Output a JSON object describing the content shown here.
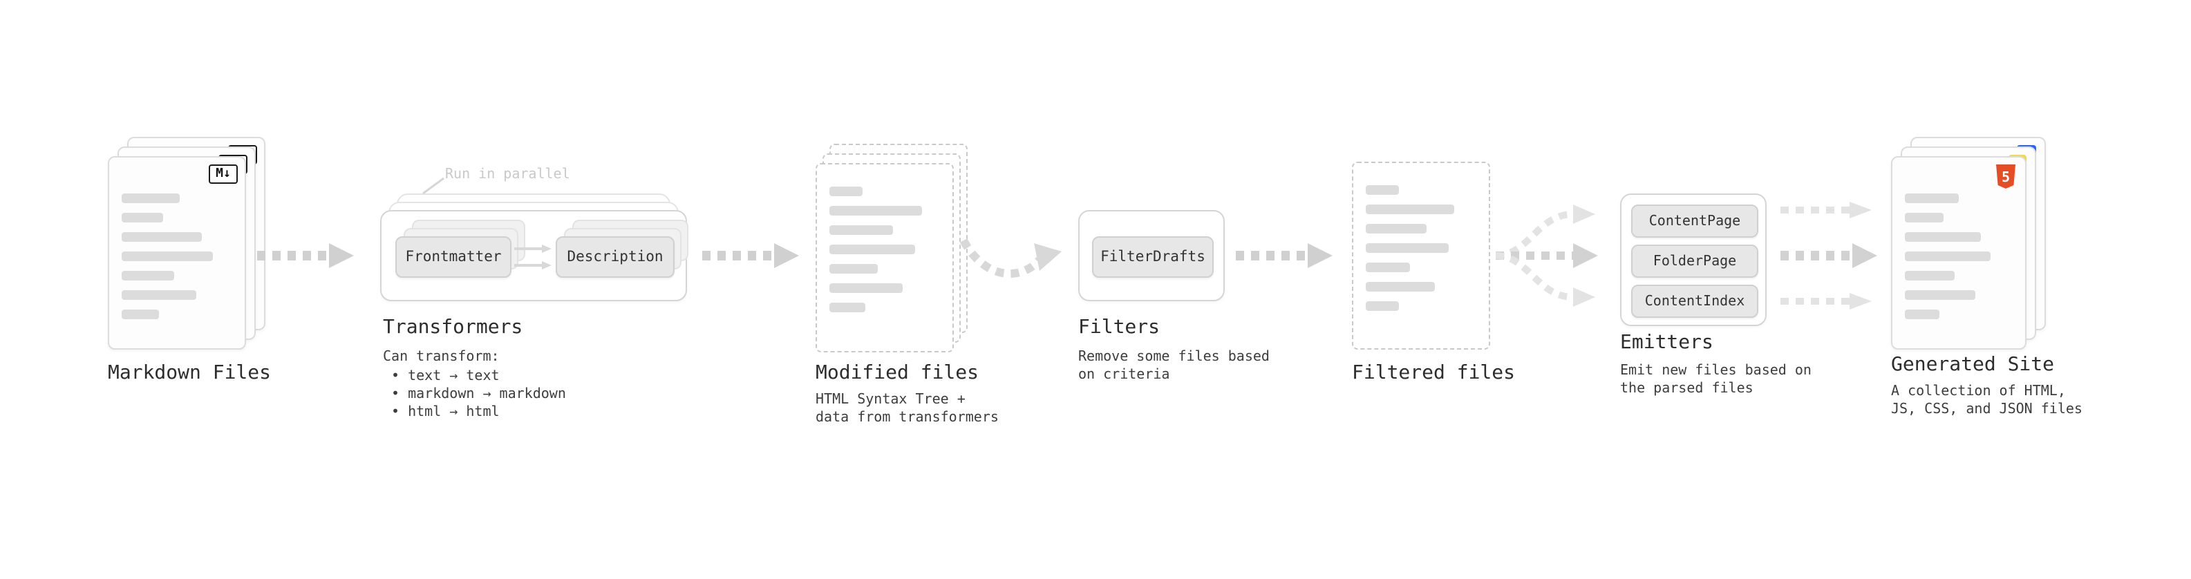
{
  "stages": {
    "markdown_files": {
      "label": "Markdown Files",
      "badge": "M↓"
    },
    "transformers": {
      "parallel_note": "Run in parallel",
      "plugins": [
        "Frontmatter",
        "Description"
      ],
      "label": "Transformers",
      "desc_heading": "Can transform:",
      "transform_items": [
        "• text → text",
        "• markdown → markdown",
        "• html → html"
      ]
    },
    "modified_files": {
      "label": "Modified files",
      "desc": "HTML Syntax Tree +\ndata from transformers"
    },
    "filters": {
      "plugins": [
        "FilterDrafts"
      ],
      "label": "Filters",
      "desc": "Remove some files based\non criteria"
    },
    "filtered_files": {
      "label": "Filtered files"
    },
    "emitters": {
      "plugins": [
        "ContentPage",
        "FolderPage",
        "ContentIndex"
      ],
      "label": "Emitters",
      "desc": "Emit new files based on\nthe parsed files"
    },
    "generated_site": {
      "label": "Generated Site",
      "desc": "A collection of HTML,\nJS, CSS, and JSON files",
      "html5_badge": "5"
    }
  },
  "colors": {
    "arrow": "#d0d0d0",
    "arrow_faint": "#e3e3e3",
    "html5_orange": "#e44d26",
    "js_yellow": "#f0db4f",
    "css_blue": "#2965f1",
    "bar_gray": "#dcdcdc"
  }
}
